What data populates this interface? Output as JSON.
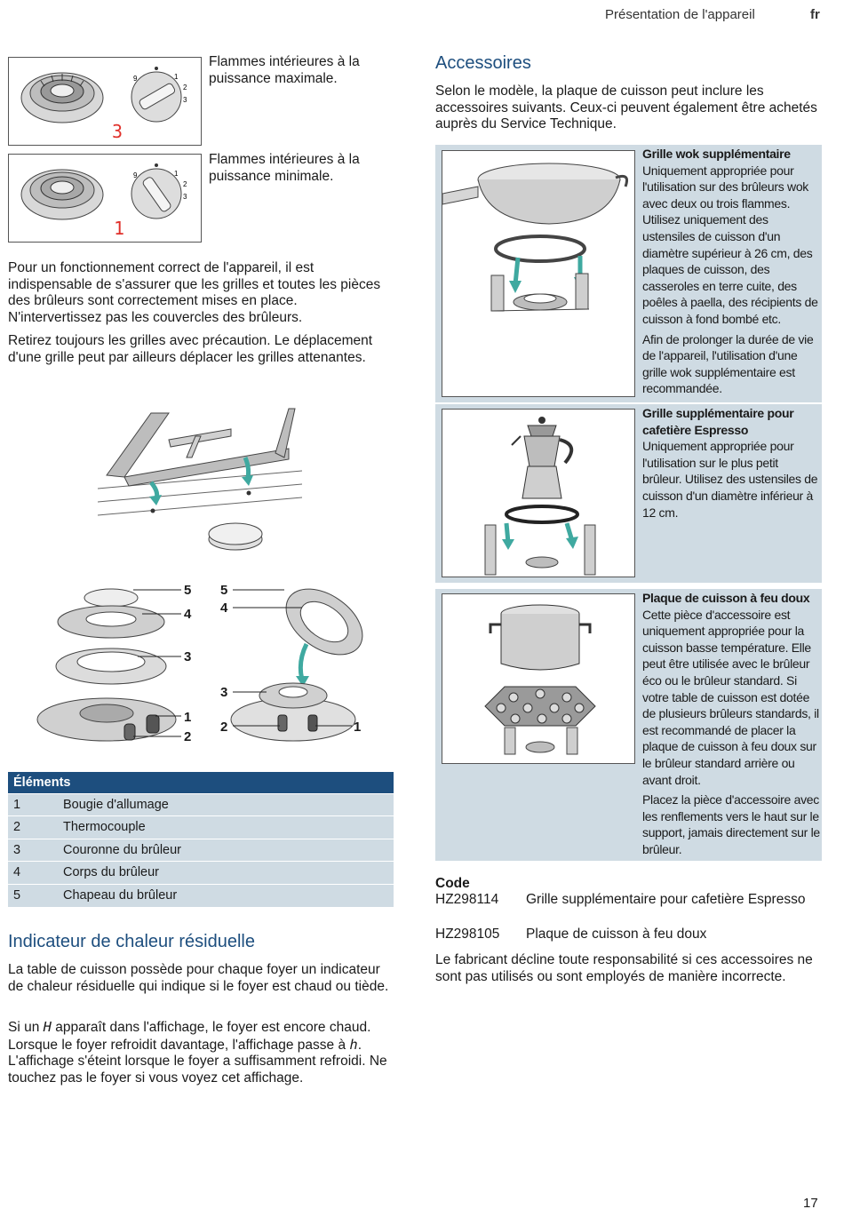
{
  "header": {
    "section": "Présentation de l'appareil",
    "lang": "fr"
  },
  "page_number": "17",
  "flames": {
    "max": {
      "text": "Flammes intérieures à la puissance maximale.",
      "display": "3"
    },
    "min": {
      "text": "Flammes intérieures à la puissance minimale.",
      "display": "1"
    }
  },
  "knob_marks": [
    "9",
    "1",
    "2",
    "3"
  ],
  "para_grilles_1": "Pour un fonctionnement correct de l'appareil, il est indispensable de s'assurer que les grilles et toutes les pièces des brûleurs sont correctement mises en place. N'intervertissez pas les couvercles des brûleurs.",
  "para_grilles_2": "Retirez toujours les grilles avec précaution. Le déplacement d'une grille peut par ailleurs déplacer les grilles attenantes.",
  "callouts": {
    "c1": "1",
    "c2": "2",
    "c3": "3",
    "c4": "4",
    "c5": "5"
  },
  "elements_table": {
    "header": "Éléments",
    "rows": [
      {
        "n": "1",
        "label": "Bougie d'allumage"
      },
      {
        "n": "2",
        "label": "Thermocouple"
      },
      {
        "n": "3",
        "label": "Couronne du brûleur"
      },
      {
        "n": "4",
        "label": "Corps du brûleur"
      },
      {
        "n": "5",
        "label": "Chapeau du brûleur"
      }
    ]
  },
  "residual": {
    "title": "Indicateur de chaleur résiduelle",
    "p1": "La table de cuisson possède pour chaque foyer un indicateur de chaleur résiduelle qui indique si le foyer est chaud ou tiède.",
    "p2_a": "Si un ",
    "p2_sym1": "H",
    "p2_b": " apparaît dans l'affichage, le foyer est encore chaud. Lorsque le foyer refroidit davantage, l'affichage passe à ",
    "p2_sym2": "h",
    "p2_c": ". L'affichage s'éteint lorsque le foyer a suffisamment refroidi. Ne touchez pas le foyer si vous voyez cet affichage."
  },
  "accessories": {
    "title": "Accessoires",
    "intro": "Selon le modèle, la plaque de cuisson peut inclure les accessoires suivants. Ceux-ci peuvent également être achetés auprès du Service Technique.",
    "wok": {
      "title": "Grille wok supplémentaire",
      "p1": "Uniquement appropriée pour l'utilisation sur des brûleurs wok avec deux ou trois flammes. Utilisez uniquement des ustensiles de cuisson d'un diamètre supérieur à 26 cm, des plaques de cuisson, des casseroles en terre cuite, des poêles à paella, des récipients de cuisson à fond bombé etc.",
      "p2": "Afin de prolonger la durée de vie de l'appareil, l'utilisation d'une grille wok supplémentaire est recommandée."
    },
    "espresso": {
      "title": "Grille supplémentaire pour cafetière Espresso",
      "p1": "Uniquement appropriée pour l'utilisation sur le plus petit brûleur. Utilisez des ustensiles de cuisson d'un diamètre inférieur à 12 cm."
    },
    "simmer": {
      "title": "Plaque de cuisson à feu doux",
      "p1": "Cette pièce d'accessoire est uniquement appropriée pour la cuisson basse température. Elle peut être utilisée avec le brûleur éco ou le brûleur standard. Si votre table de cuisson est dotée de plusieurs brûleurs standards, il est recommandé de placer la plaque de cuisson à feu doux sur le brûleur standard arrière ou avant droit.",
      "p2": "Placez la pièce d'accessoire avec les renflements vers le haut sur le support, jamais directement sur le brûleur."
    },
    "code_title": "Code",
    "codes": [
      {
        "code": "HZ298114",
        "label": "Grille supplémentaire pour cafetière Espresso"
      },
      {
        "code": "HZ298105",
        "label": "Plaque de cuisson à feu doux"
      }
    ],
    "disclaimer": "Le fabricant décline toute responsabilité si ces accessoires ne sont pas utilisés ou sont employés de manière incorrecte."
  }
}
